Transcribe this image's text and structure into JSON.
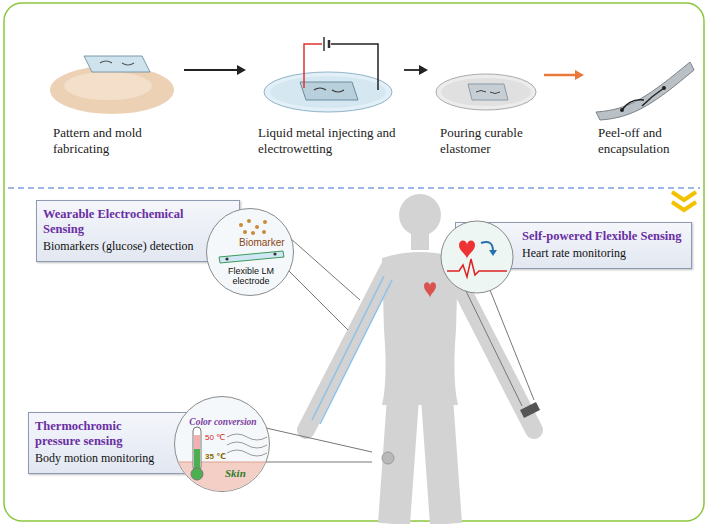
{
  "diagram": {
    "nodes": [
      {
        "text": [
          "Pattern and mold fabricating"
        ]
      },
      {
        "text": [
          "Liquid metal injecting and electrowetting"
        ]
      },
      {
        "text": [
          "Pouring curable elastomer"
        ]
      },
      {
        "text": [
          "Peel-off and encapsulation"
        ]
      },
      {
        "text": [
          "Wearable Electrochemical Sensing",
          "Biomarkers (glucose) detection"
        ]
      },
      {
        "text": [
          "Biomarker",
          "Flexible LM electrode"
        ]
      },
      {
        "text": [
          "Self-powered Flexible Sensing",
          "Heart rate monitoring"
        ]
      },
      {
        "text": [
          "Thermochromic pressure sensing",
          "Body motion monitoring"
        ]
      },
      {
        "text": [
          "Color conversion",
          "50 ℃",
          "35 ℃",
          "Skin"
        ]
      }
    ],
    "edges": [
      {
        "from": 0,
        "to": 1,
        "arrow": "to"
      },
      {
        "from": 1,
        "to": 2,
        "arrow": "to"
      },
      {
        "from": 2,
        "to": 3,
        "arrow": "to"
      }
    ]
  }
}
